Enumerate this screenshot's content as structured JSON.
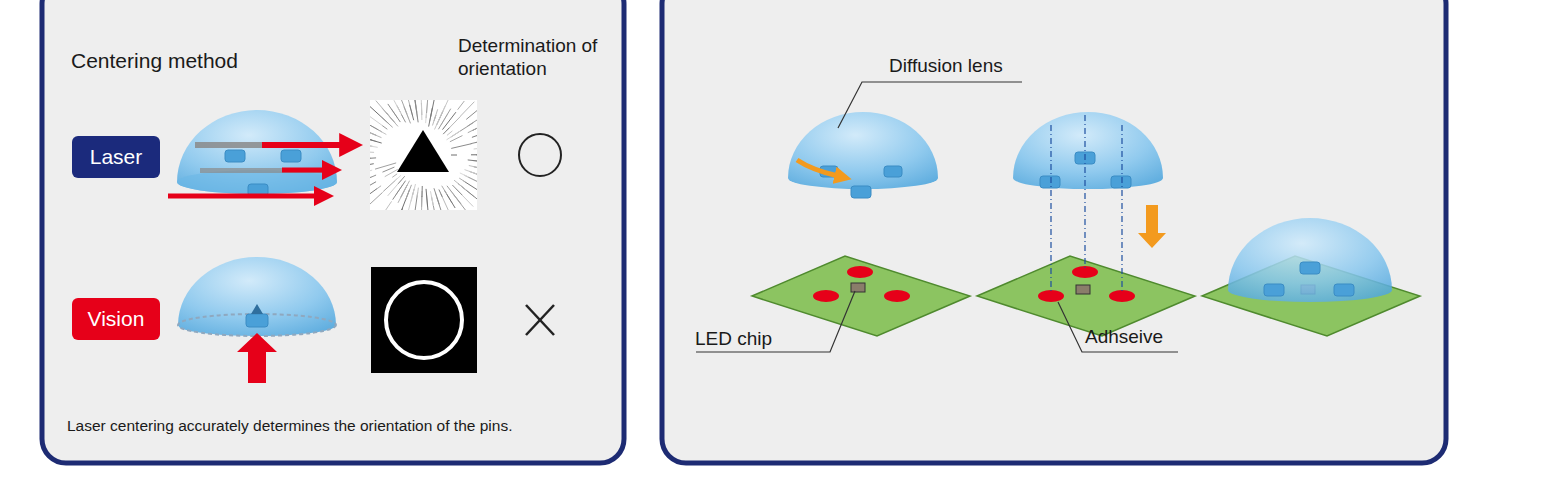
{
  "diagram": {
    "nodes": [
      {
        "text": [
          "Laser"
        ]
      },
      {
        "text": [
          "Vision"
        ]
      }
    ],
    "labels": [
      "Centering method",
      "Determination of orientation",
      "Laser centering accurately determines the orientation of the pins.",
      "Diffusion lens",
      "LED chip",
      "Adhseive"
    ]
  }
}
